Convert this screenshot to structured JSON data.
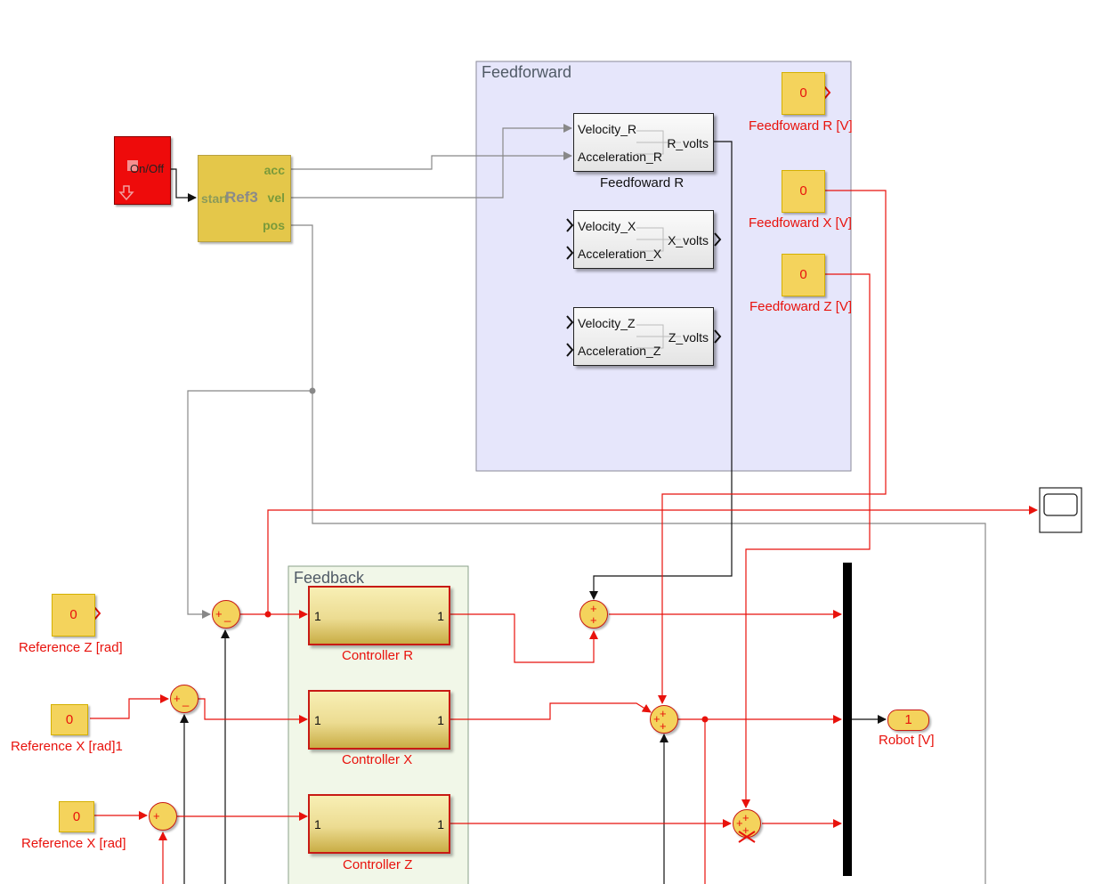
{
  "areas": {
    "feedforward_title": "Feedforward",
    "feedback_title": "Feedback"
  },
  "onoff": {
    "label": "On/Off"
  },
  "ref": {
    "name": "Ref3",
    "in_port": "start",
    "out_acc": "acc",
    "out_vel": "vel",
    "out_pos": "pos"
  },
  "feedforward_blocks": [
    {
      "in1": "Velocity_R",
      "in2": "Acceleration_R",
      "out": "R_volts",
      "name": "Feedfoward R"
    },
    {
      "in1": "Velocity_X",
      "in2": "Acceleration_X",
      "out": "X_volts"
    },
    {
      "in1": "Velocity_Z",
      "in2": "Acceleration_Z",
      "out": "Z_volts"
    }
  ],
  "constants_ff": [
    {
      "value": "0",
      "label": "Feedfoward R [V]"
    },
    {
      "value": "0",
      "label": "Feedfoward X [V]"
    },
    {
      "value": "0",
      "label": "Feedfoward Z [V]"
    }
  ],
  "references": [
    {
      "value": "0",
      "label": "Reference Z [rad]"
    },
    {
      "value": "0",
      "label": "Reference X [rad]1"
    },
    {
      "value": "0",
      "label": "Reference X [rad]"
    }
  ],
  "controllers": [
    {
      "in": "1",
      "out": "1",
      "name": "Controller R"
    },
    {
      "in": "1",
      "out": "1",
      "name": "Controller X"
    },
    {
      "in": "1",
      "out": "1",
      "name": "Controller Z"
    }
  ],
  "sums": {
    "sign_plus": "+",
    "sign_minus": "_"
  },
  "outport": {
    "value": "1",
    "label": "Robot [V]"
  },
  "colors": {
    "signal_red": "#e8120c",
    "signal_gray": "#888888",
    "signal_black": "#111111",
    "ff_area_bg": "#e6e6fb",
    "fb_area_bg": "#f1f7e8",
    "block_yellow": "#f4d35c"
  }
}
